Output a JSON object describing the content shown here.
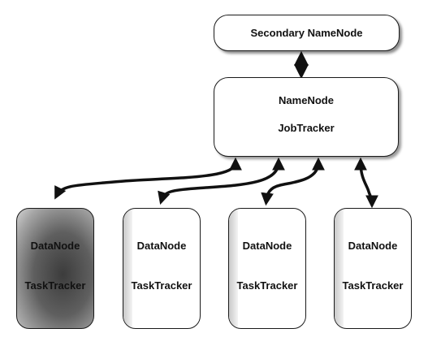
{
  "secondary_namenode": {
    "label": "Secondary NameNode"
  },
  "master": {
    "namenode": "NameNode",
    "jobtracker": "JobTracker"
  },
  "workers": [
    {
      "top": "DataNode",
      "bottom": "TaskTracker"
    },
    {
      "top": "DataNode",
      "bottom": "TaskTracker"
    },
    {
      "top": "DataNode",
      "bottom": "TaskTracker"
    },
    {
      "top": "DataNode",
      "bottom": "TaskTracker"
    }
  ],
  "colors": {
    "stroke": "#1a1a1a",
    "worker1_fill": "#4a4a4a"
  }
}
